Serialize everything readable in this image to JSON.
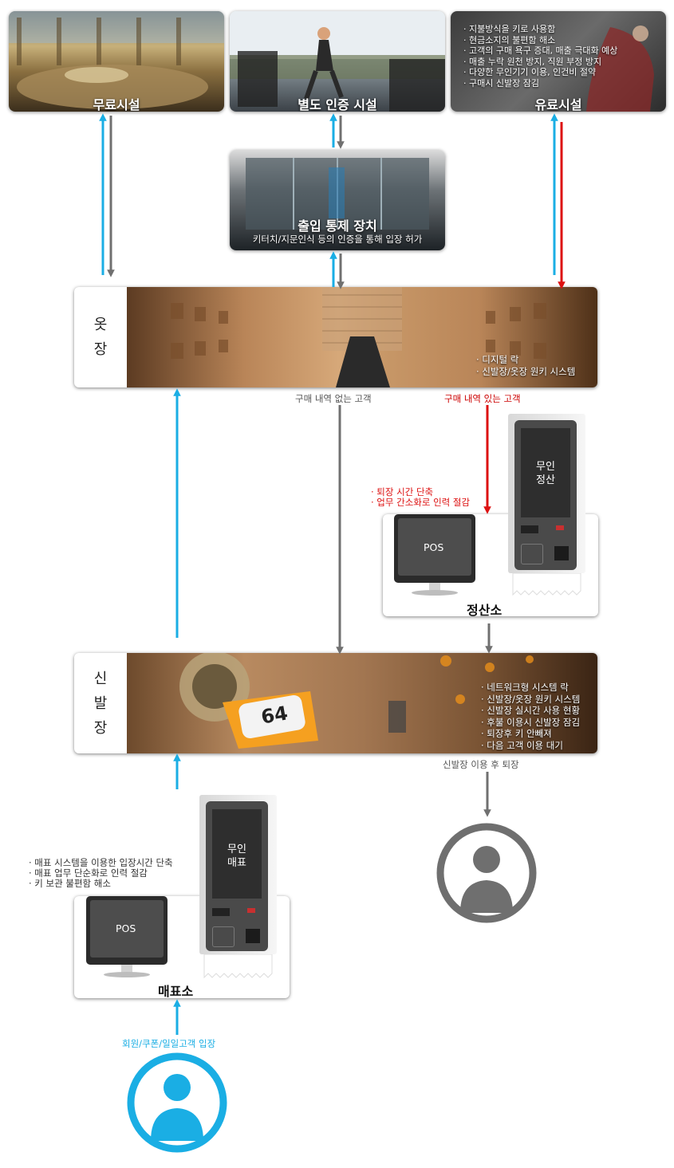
{
  "facilities": {
    "free": {
      "label": "무료시설"
    },
    "separate": {
      "label": "별도 인증 시설"
    },
    "paid": {
      "label": "유료시설",
      "bullets": [
        "· 지불방식을 키로 사용함",
        "· 현금소지의 불편함 해소",
        "· 고객의 구매 욕구 증대, 매출 극대화 예상",
        "· 매출 누락 원천 방지, 직원 부정 방지",
        "· 다양한 무인기기 이용, 인건비 절약",
        "· 구매시 신발장 잠김"
      ]
    }
  },
  "access_control": {
    "title": "출입 통제 장치",
    "subtitle": "키터치/지문인식 등의 인증을 통해 입장 허가"
  },
  "locker": {
    "chars": [
      "옷",
      "장"
    ],
    "bullets": [
      "· 디지털 락",
      "· 신발장/옷장 원키 시스템"
    ]
  },
  "flows": {
    "no_purchase": "구매 내역 없는 고객",
    "purchase": "구매 내역 있는 고객",
    "exit": "신발장 이용 후 퇴장",
    "entry": "회원/쿠폰/일일고객 입장"
  },
  "checkout": {
    "notes": [
      "· 퇴장 시간 단축",
      "· 업무 간소화로 인력 절감"
    ],
    "kiosk_lines": [
      "무인",
      "정산"
    ],
    "pos_label": "POS",
    "label": "정산소"
  },
  "shoe": {
    "chars": [
      "신",
      "발",
      "장"
    ],
    "tag": "64",
    "bullets": [
      "· 네트워크형 시스템 락",
      "· 신발장/옷장 원키 시스템",
      "· 신발장 실시간 사용 현황",
      "· 후불 이용시 신발장 잠김",
      "· 퇴장후 키 안빼져",
      "· 다음 고객 이용 대기"
    ]
  },
  "ticket": {
    "notes": [
      "· 매표 시스템을 이용한 입장시간 단축",
      "· 매표 업무 단순화로 인력 절감",
      "· 키 보관 불편함 해소"
    ],
    "kiosk_lines": [
      "무인",
      "매표"
    ],
    "pos_label": "POS",
    "label": "매표소"
  },
  "colors": {
    "blue": "#1aaee4",
    "gray": "#707070",
    "red": "#dd1111"
  }
}
